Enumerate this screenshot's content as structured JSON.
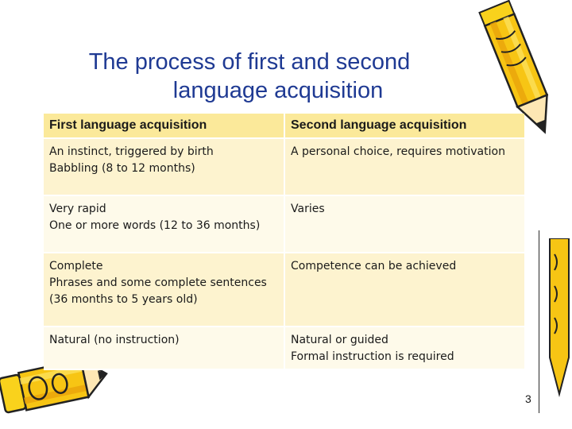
{
  "slide": {
    "title_line1": "The process of first and second",
    "title_line2": "language acquisition",
    "page_number": "3"
  },
  "table": {
    "headers": [
      "First language acquisition",
      "Second language acquisition"
    ],
    "rows": [
      {
        "first": [
          "An instinct, triggered by birth",
          "Babbling (8 to 12 months)"
        ],
        "second": [
          "A personal choice, requires motivation"
        ]
      },
      {
        "first": [
          "Very rapid",
          "One or more words (12 to 36 months)"
        ],
        "second": [
          "Varies"
        ]
      },
      {
        "first": [
          "Complete",
          "Phrases and some complete sentences",
          "(36 months to 5 years old)"
        ],
        "second": [
          "Competence can be achieved"
        ]
      },
      {
        "first": [
          "Natural (no instruction)"
        ],
        "second": [
          "Natural or guided",
          "Formal instruction is required"
        ]
      }
    ]
  },
  "colors": {
    "title": "#1f3a93",
    "header_fill": "#fbe99a",
    "row_fill_a": "#fdf3cf",
    "row_fill_b": "#fefaea",
    "pencil_yellow": "#f7c514",
    "pencil_orange": "#e9a30a"
  },
  "icons": [
    "pencil-clipart-top-right",
    "pencil-clipart-bottom-left"
  ]
}
